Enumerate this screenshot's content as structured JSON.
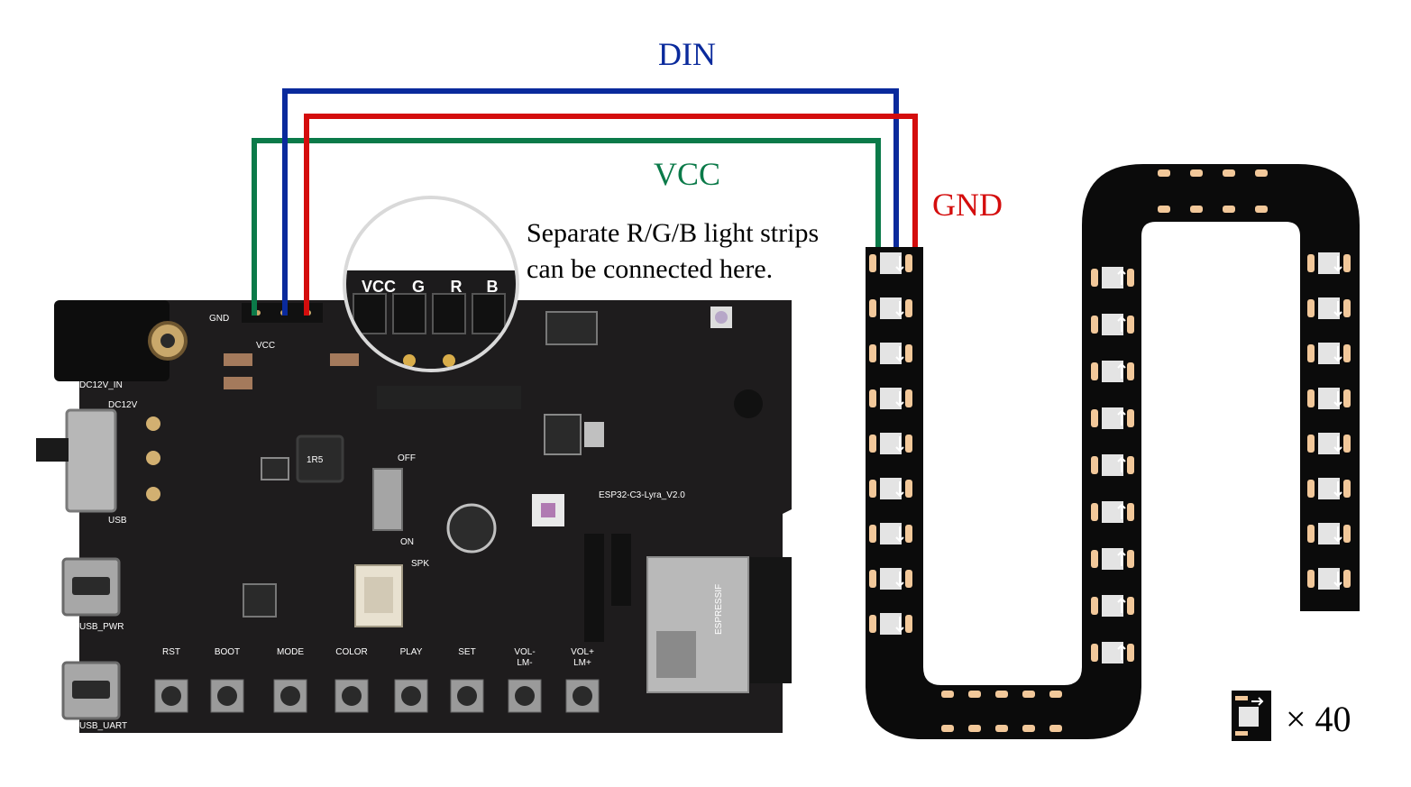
{
  "colors": {
    "din": "#0a2a9c",
    "gnd": "#d40d0d",
    "vcc": "#0b7a49",
    "board": "#1e1c1d",
    "strip": "#0b0b0b",
    "pad": "#f2c89a"
  },
  "wire_labels": {
    "din": "DIN",
    "vcc": "VCC",
    "gnd": "GND"
  },
  "callout": {
    "line1": "Separate R/G/B light strips",
    "line2": "can be connected here.",
    "pins": [
      "VCC",
      "G",
      "R",
      "B"
    ]
  },
  "board": {
    "name": "ESP32-C3-Lyra_V2.0",
    "labels": {
      "dc12v_in": "DC12V_IN",
      "dc12v": "DC12V",
      "usb": "USB",
      "usb_pwr": "USB_PWR",
      "usb_uart": "USB_UART",
      "spk": "SPK",
      "off": "OFF",
      "on": "ON",
      "gnd_pin": "GND",
      "vcc_pin": "VCC",
      "inductor": "1R5",
      "module": "ESPRESSIF"
    },
    "buttons": [
      "RST",
      "BOOT",
      "MODE",
      "COLOR",
      "PLAY",
      "SET",
      "VOL-\nLM-",
      "VOL+\nLM+"
    ]
  },
  "led_count_label": "× 40"
}
